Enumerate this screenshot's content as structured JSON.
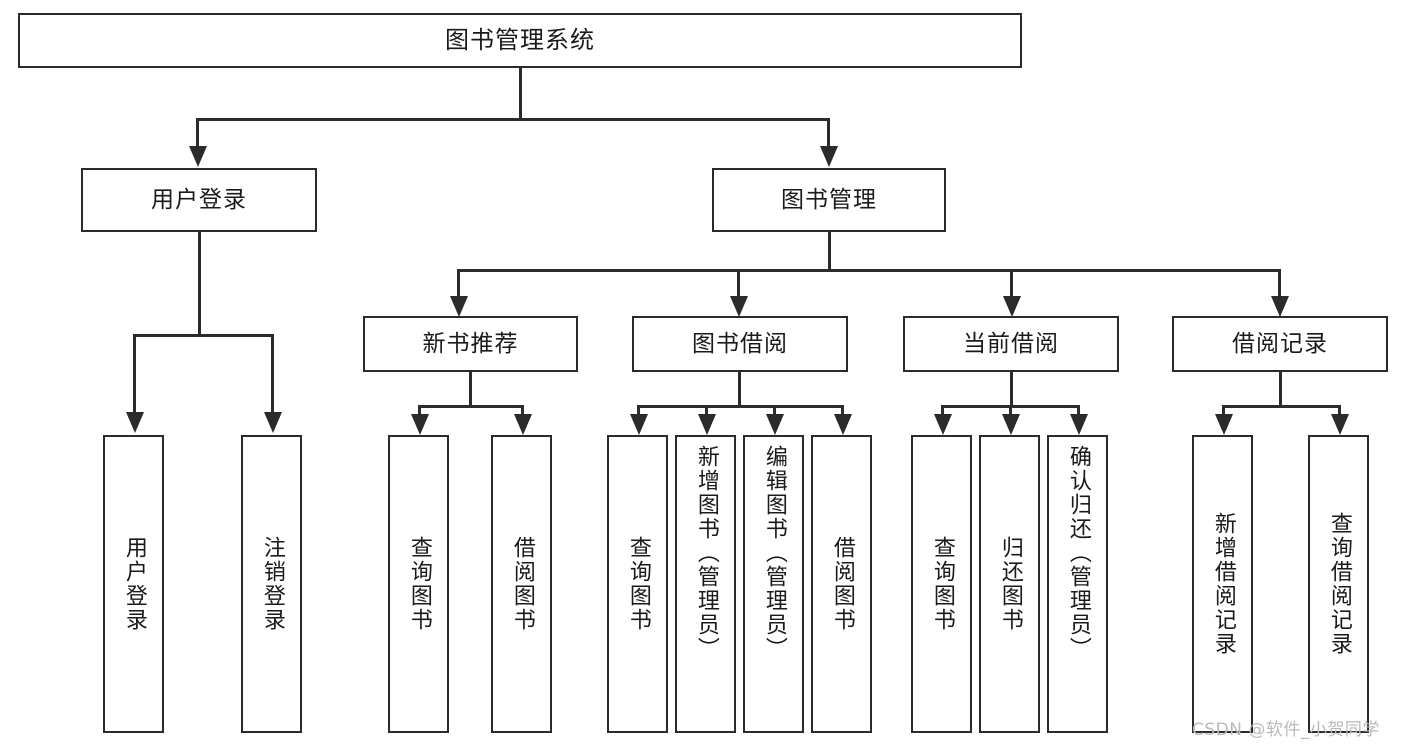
{
  "diagram": {
    "type": "tree-hierarchy",
    "title": "图书管理系统",
    "root": {
      "label": "图书管理系统"
    },
    "level1": [
      {
        "label": "用户登录"
      },
      {
        "label": "图书管理"
      }
    ],
    "level2": [
      {
        "label": "新书推荐"
      },
      {
        "label": "图书借阅"
      },
      {
        "label": "当前借阅"
      },
      {
        "label": "借阅记录"
      }
    ],
    "leaves": {
      "user_login": [
        {
          "label": "用户登录"
        },
        {
          "label": "注销登录"
        }
      ],
      "new_book_recommend": [
        {
          "label": "查询图书"
        },
        {
          "label": "借阅图书"
        }
      ],
      "book_borrow": [
        {
          "label": "查询图书"
        },
        {
          "label": "新增图书（管理员）"
        },
        {
          "label": "编辑图书（管理员）"
        },
        {
          "label": "借阅图书"
        }
      ],
      "current_borrow": [
        {
          "label": "查询图书"
        },
        {
          "label": "归还图书"
        },
        {
          "label": "确认归还（管理员）"
        }
      ],
      "borrow_record": [
        {
          "label": "新增借阅记录"
        },
        {
          "label": "查询借阅记录"
        }
      ]
    }
  },
  "watermark": {
    "text": "CSDN @软件_小贺同学"
  },
  "colors": {
    "stroke": "#2b2b2b",
    "background": "#ffffff",
    "text": "#1a1a1a",
    "watermark": "#b9b9b9"
  }
}
